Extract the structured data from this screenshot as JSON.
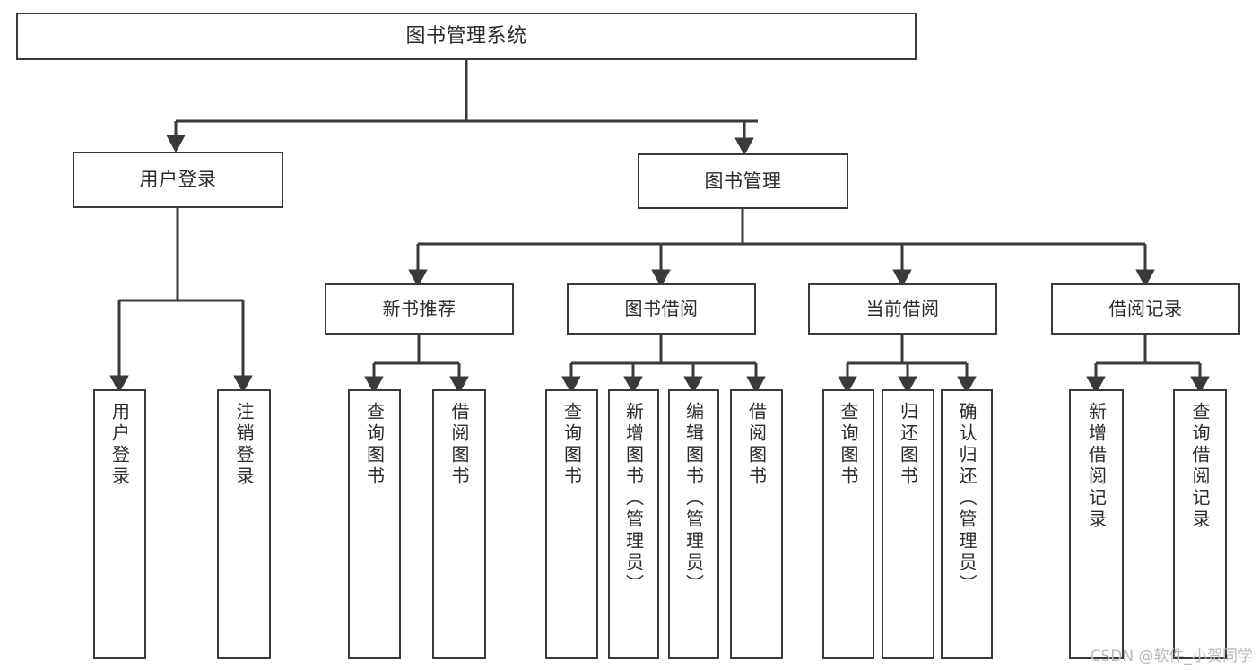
{
  "diagram": {
    "title": "图书管理系统",
    "type": "tree-hierarchy-diagram",
    "orientation": "top-down",
    "colors": {
      "stroke": "#3a3a3a",
      "fill": "#ffffff",
      "text": "#2b2b2b",
      "watermark": "#b9b9b9"
    },
    "root": {
      "label": "图书管理系统"
    },
    "level2": [
      {
        "label": "用户登录"
      },
      {
        "label": "图书管理"
      }
    ],
    "level3": [
      {
        "label": "新书推荐"
      },
      {
        "label": "图书借阅"
      },
      {
        "label": "当前借阅"
      },
      {
        "label": "借阅记录"
      }
    ],
    "leaves": {
      "user_login": [
        {
          "label": "用户登录"
        },
        {
          "label": "注销登录"
        }
      ],
      "new_book_recommend": [
        {
          "label": "查询图书"
        },
        {
          "label": "借阅图书"
        }
      ],
      "book_borrow": [
        {
          "label": "查询图书"
        },
        {
          "label": "新增图书（管理员）"
        },
        {
          "label": "编辑图书（管理员）"
        },
        {
          "label": "借阅图书"
        }
      ],
      "current_borrow": [
        {
          "label": "查询图书"
        },
        {
          "label": "归还图书"
        },
        {
          "label": "确认归还（管理员）"
        }
      ],
      "borrow_record": [
        {
          "label": "新增借阅记录"
        },
        {
          "label": "查询借阅记录"
        }
      ]
    },
    "watermark": "CSDN @软件_小贺同学"
  }
}
